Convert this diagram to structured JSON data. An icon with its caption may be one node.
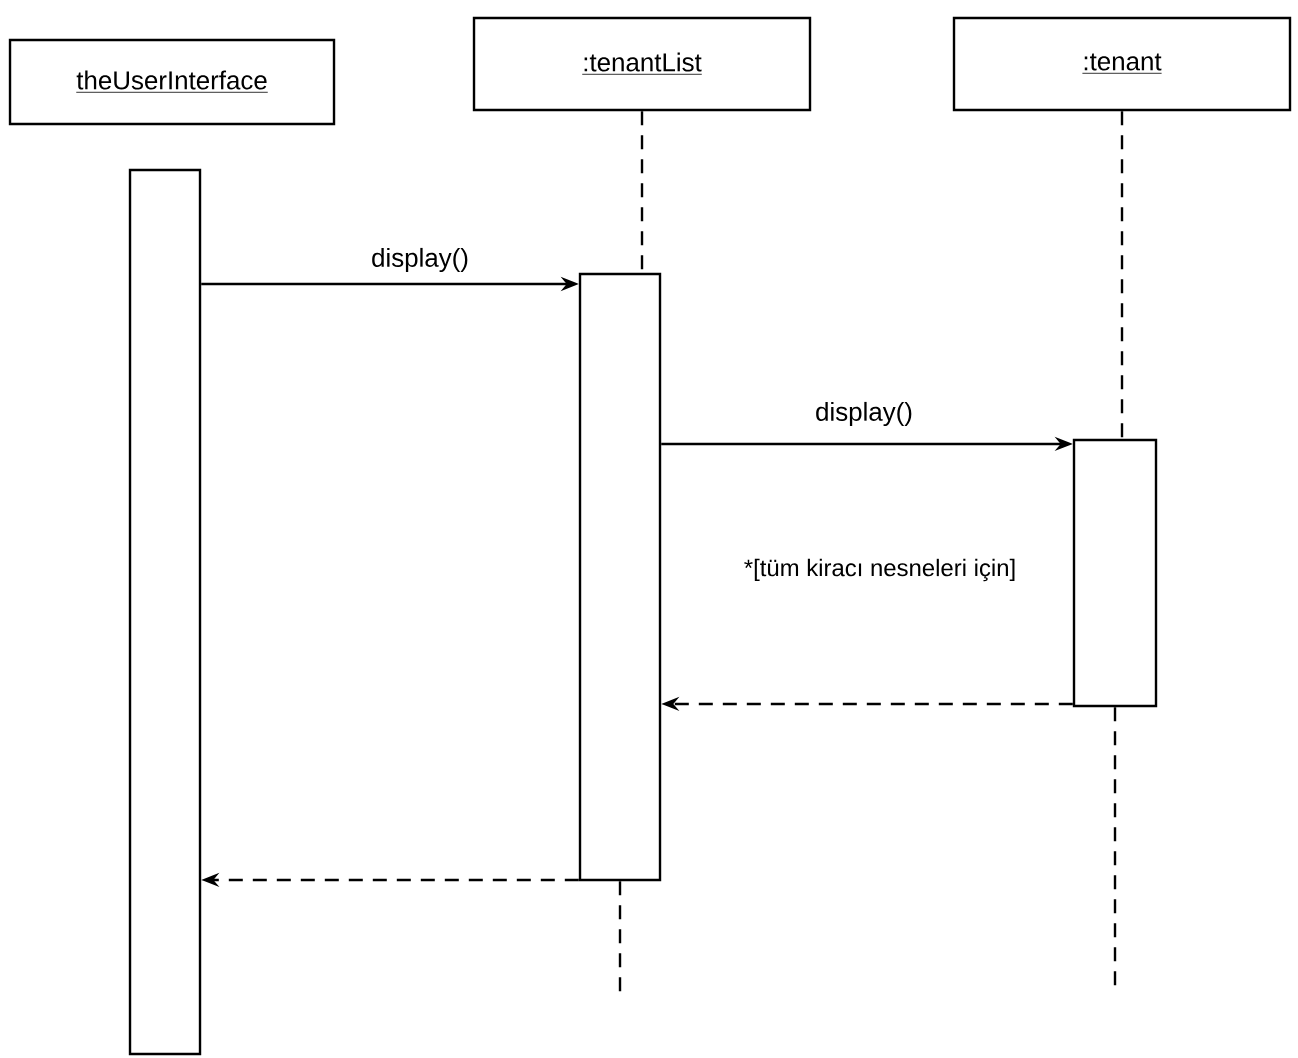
{
  "diagram": {
    "nodes": [
      {
        "text": [
          "theUserInterface"
        ]
      },
      {
        "text": [
          ":tenantList"
        ]
      },
      {
        "text": [
          ":tenant"
        ]
      },
      {
        "text": [],
        "shape": "bar"
      },
      {
        "text": [],
        "shape": "bar"
      },
      {
        "text": [],
        "shape": "bar"
      }
    ],
    "edges": [
      {
        "from": 1,
        "to": 4,
        "arrow": "none",
        "style": "dashed"
      },
      {
        "from": 2,
        "to": 5,
        "arrow": "none",
        "style": "dashed"
      },
      {
        "from": 3,
        "to": 4,
        "arrow": "to",
        "label": "display()"
      },
      {
        "from": 4,
        "to": 5,
        "arrow": "to",
        "label": "display()"
      },
      {
        "from": 5,
        "to": 4,
        "arrow": "to",
        "style": "dashed"
      },
      {
        "from": 4,
        "to": 3,
        "arrow": "to",
        "style": "dashed"
      },
      {
        "from": 4,
        "to": null,
        "arrow": "none",
        "style": "dashed"
      },
      {
        "from": 5,
        "to": null,
        "arrow": "none",
        "style": "dashed"
      }
    ],
    "labels": [
      "*[tüm kiracı nesneleri için]"
    ]
  }
}
